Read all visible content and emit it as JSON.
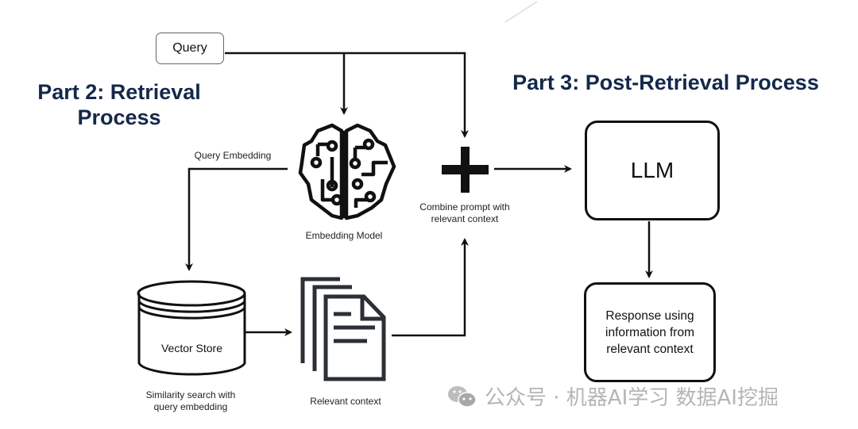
{
  "headings": {
    "part2_line1": "Part 2: Retrieval",
    "part2_line2": "Process",
    "part3": "Part 3: Post-Retrieval Process"
  },
  "nodes": {
    "query": "Query",
    "query_embedding": "Query Embedding",
    "embedding_model": "Embedding Model",
    "combine_line1": "Combine prompt with",
    "combine_line2": "relevant context",
    "llm": "LLM",
    "vector_store": "Vector Store",
    "similarity_line1": "Similarity search with",
    "similarity_line2": "query embedding",
    "relevant_context": "Relevant context",
    "response_line1": "Response using",
    "response_line2": "information from",
    "response_line3": "relevant context"
  },
  "icons": {
    "brain": "brain-circuit-icon",
    "plus": "plus-icon",
    "database": "database-icon",
    "documents": "documents-icon",
    "wechat": "wechat-icon"
  },
  "watermark": "公众号 · 机器AI学习 数据AI挖掘",
  "colors": {
    "heading": "#14284b",
    "stroke": "#111111",
    "watermark": "#b5b5b5"
  }
}
